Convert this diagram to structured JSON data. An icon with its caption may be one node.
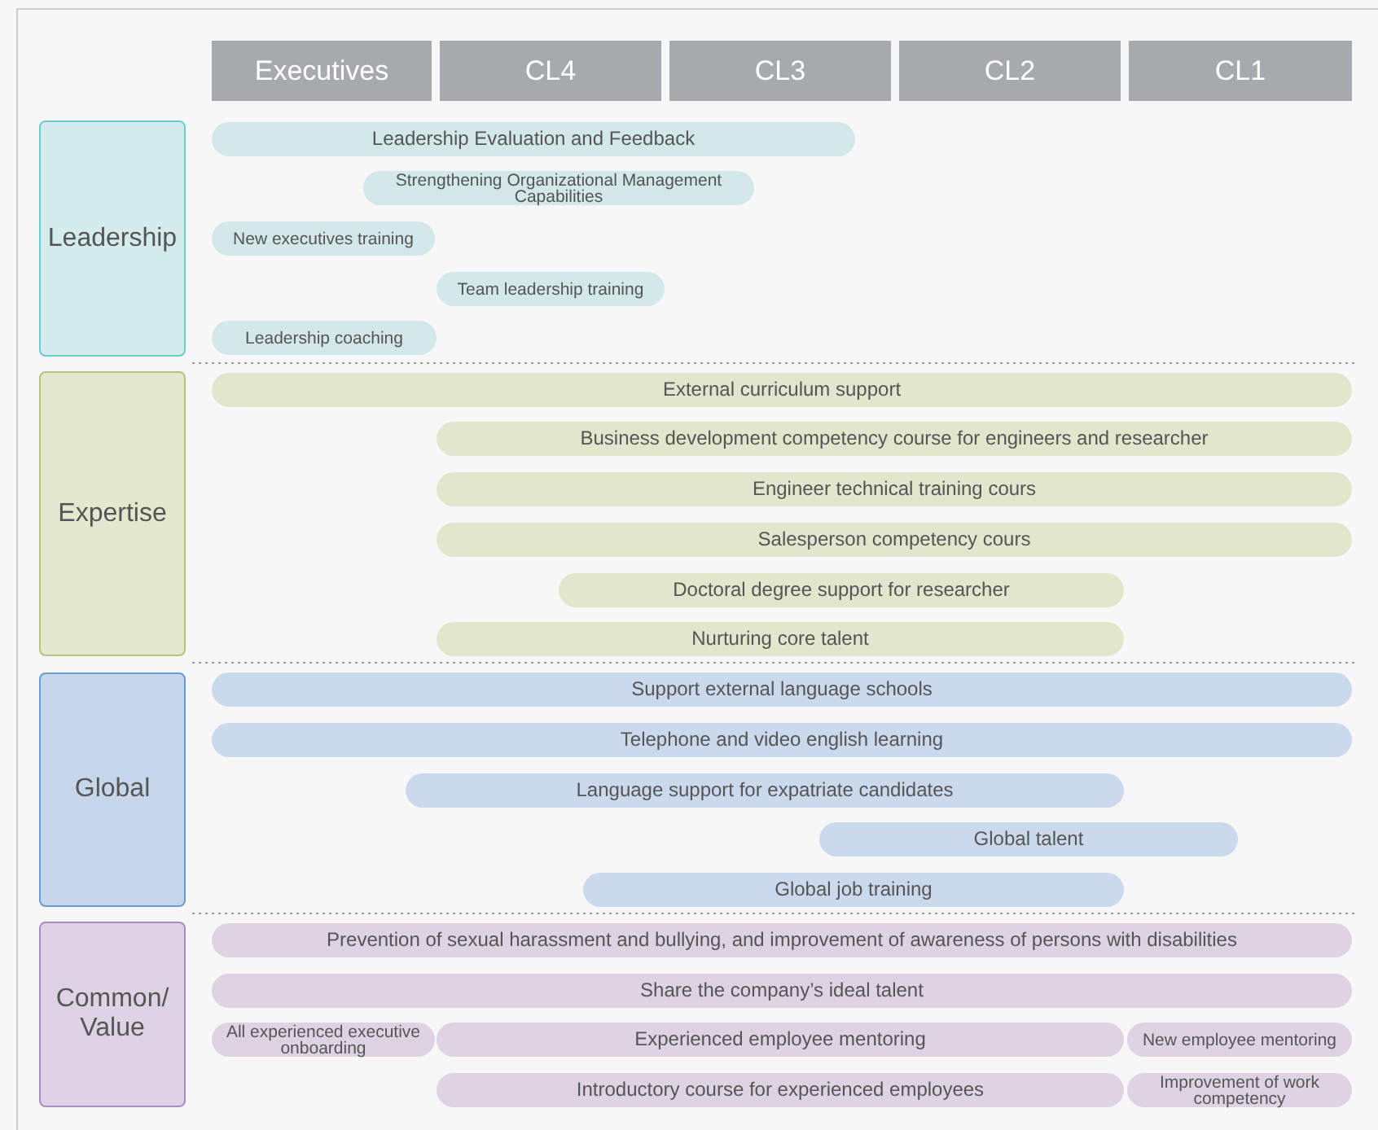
{
  "diagram": {
    "nodes": [
      {
        "text": [
          "Executives"
        ]
      },
      {
        "text": [
          "CL4"
        ]
      },
      {
        "text": [
          "CL3"
        ]
      },
      {
        "text": [
          "CL2"
        ]
      },
      {
        "text": [
          "CL1"
        ]
      },
      {
        "text": [
          "Leadership"
        ]
      },
      {
        "text": [
          "Leadership Evaluation and Feedback"
        ]
      },
      {
        "text": [
          "Strengthening Organizational Management Capabilities"
        ]
      },
      {
        "text": [
          "New executives training"
        ]
      },
      {
        "text": [
          "Team leadership training"
        ]
      },
      {
        "text": [
          "Leadership coaching"
        ]
      },
      {
        "text": [
          "Expertise"
        ]
      },
      {
        "text": [
          "External curriculum support"
        ]
      },
      {
        "text": [
          "Business development competency course for engineers and researcher"
        ]
      },
      {
        "text": [
          "Engineer technical training cours"
        ]
      },
      {
        "text": [
          "Salesperson competency cours"
        ]
      },
      {
        "text": [
          "Doctoral degree support for researcher"
        ]
      },
      {
        "text": [
          "Nurturing core talent"
        ]
      },
      {
        "text": [
          "Global"
        ]
      },
      {
        "text": [
          "Support external language schools"
        ]
      },
      {
        "text": [
          "Telephone and video english learning"
        ]
      },
      {
        "text": [
          "Language support for expatriate candidates"
        ]
      },
      {
        "text": [
          "Global talent"
        ]
      },
      {
        "text": [
          "Global job training"
        ]
      },
      {
        "text": [
          "Common/ Value"
        ]
      },
      {
        "text": [
          "Prevention of sexual harassment and bullying, and improvement of awareness of persons with disabilities"
        ]
      },
      {
        "text": [
          "Share the company’s ideal talent"
        ]
      },
      {
        "text": [
          "All experienced executive onboarding"
        ]
      },
      {
        "text": [
          "Experienced employee mentoring"
        ]
      },
      {
        "text": [
          "New employee mentoring"
        ]
      },
      {
        "text": [
          "Introductory course for experienced employees"
        ]
      },
      {
        "text": [
          "Improvement of work competency"
        ]
      }
    ]
  }
}
